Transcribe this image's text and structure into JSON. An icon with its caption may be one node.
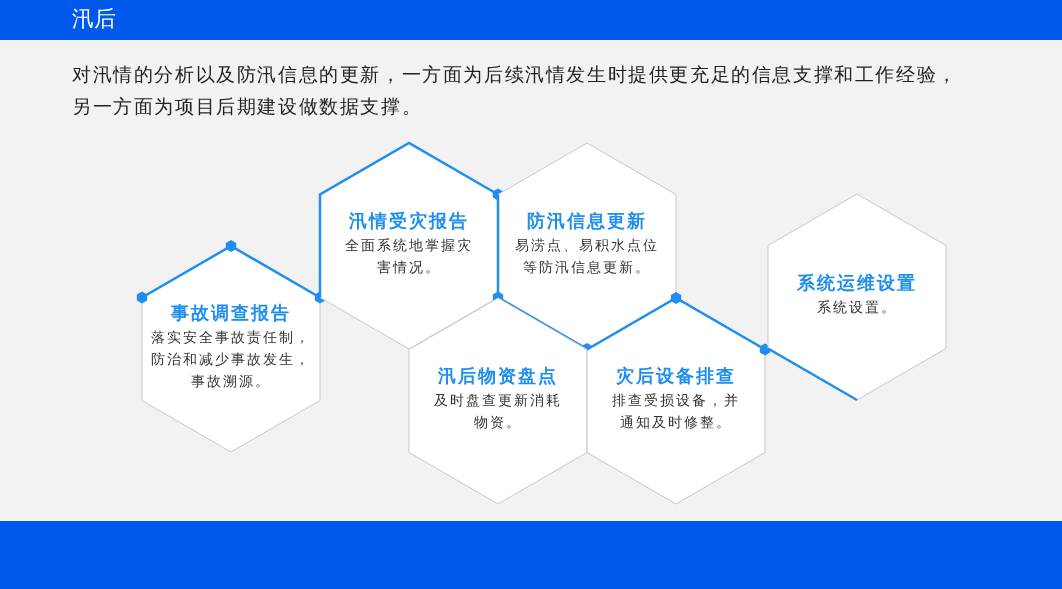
{
  "diagram": {
    "title": "汛后",
    "labels": [
      "对汛情的分析以及防汛信息的更新，一方面为后续汛情发生时提供更充足的信息支撑和工作经验，另一方面为项目后期建设做数据支撑。"
    ],
    "nodes": [
      {
        "text": [
          "事故调查报告",
          "落实安全事故责任制，防治和减少事故发生，事故溯源。"
        ]
      },
      {
        "text": [
          "汛情受灾报告",
          "全面系统地掌握灾害情况。"
        ]
      },
      {
        "text": [
          "防汛信息更新",
          "易涝点、易积水点位等防汛信息更新。"
        ]
      },
      {
        "text": [
          "汛后物资盘点",
          "及时盘查更新消耗物资。"
        ]
      },
      {
        "text": [
          "灾后设备排查",
          "排查受损设备，并通知及时修整。"
        ]
      },
      {
        "text": [
          "系统运维设置",
          "系统设置。"
        ]
      }
    ]
  }
}
